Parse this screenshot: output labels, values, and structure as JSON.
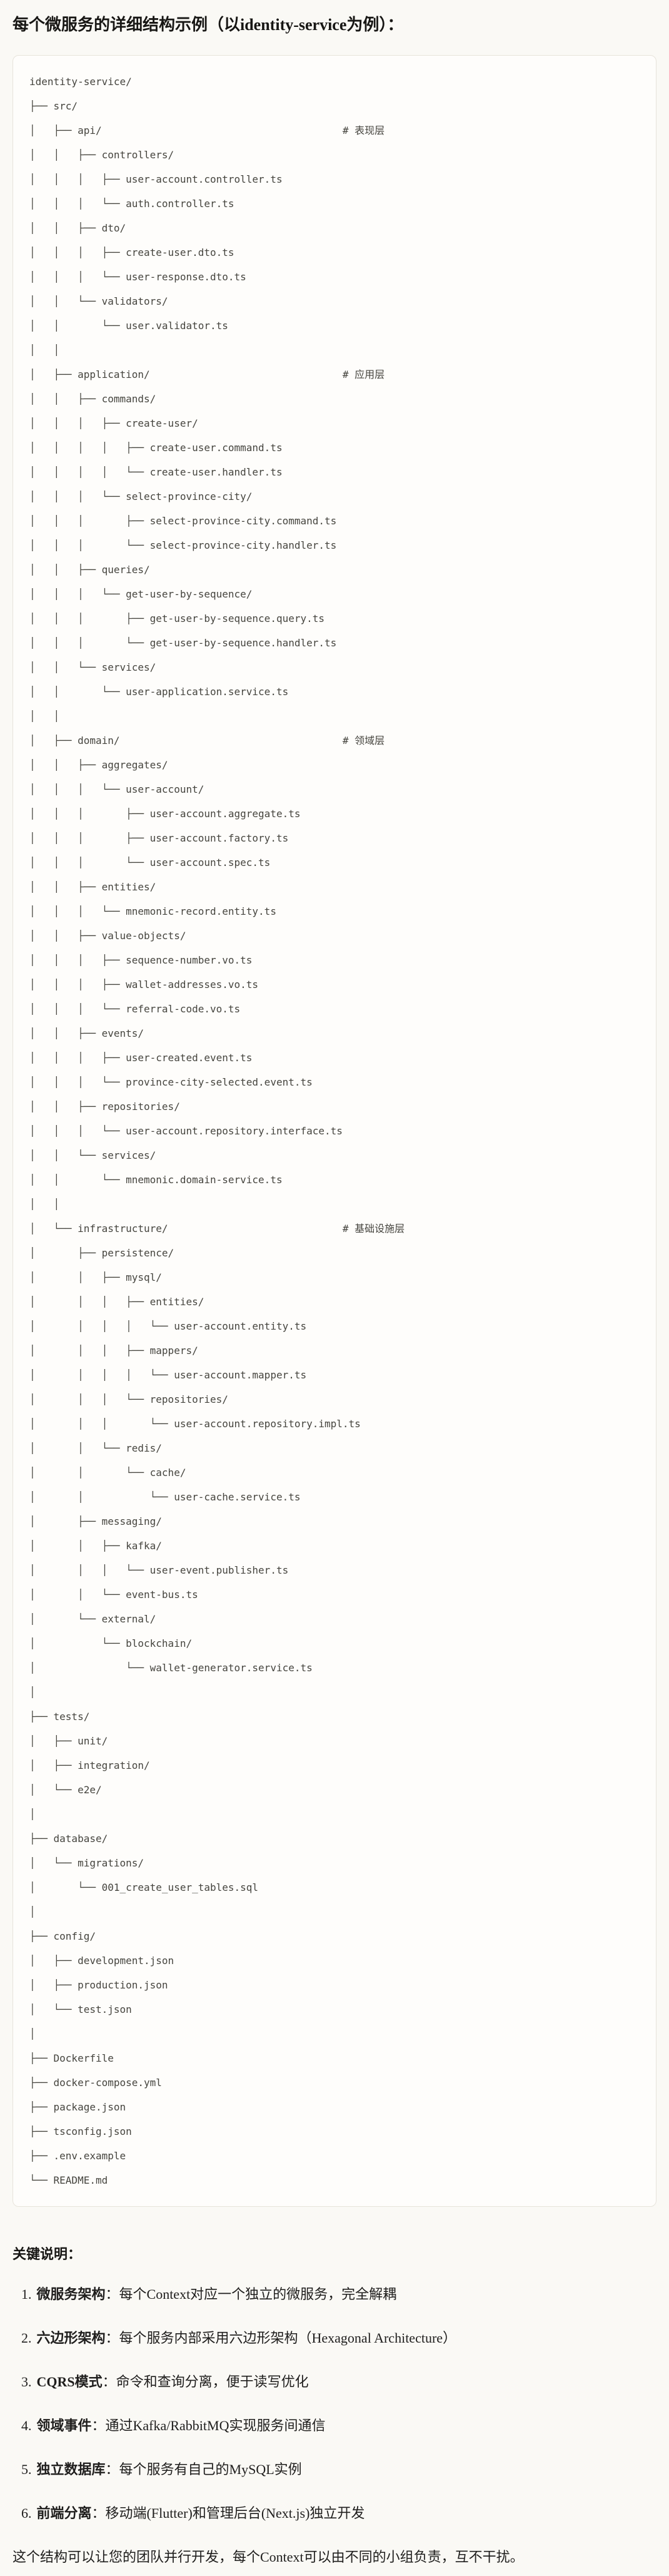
{
  "page": {
    "title": "每个微服务的详细结构示例（以identity-service为例）：",
    "footer": "这个结构可以让您的团队并行开发，每个Context可以由不同的小组负责，互不干扰。"
  },
  "colors": {
    "page_bg": "#FAF9F5",
    "code_bg": "#FEFDFB",
    "code_border": "#E7E4DB",
    "heading_text": "#171614",
    "code_text": "#45443E"
  },
  "code_block": {
    "lines": [
      "identity-service/",
      "├── src/",
      "│   ├── api/                                        # 表现层",
      "│   │   ├── controllers/",
      "│   │   │   ├── user-account.controller.ts",
      "│   │   │   └── auth.controller.ts",
      "│   │   ├── dto/",
      "│   │   │   ├── create-user.dto.ts",
      "│   │   │   └── user-response.dto.ts",
      "│   │   └── validators/",
      "│   │       └── user.validator.ts",
      "│   │",
      "│   ├── application/                                # 应用层",
      "│   │   ├── commands/",
      "│   │   │   ├── create-user/",
      "│   │   │   │   ├── create-user.command.ts",
      "│   │   │   │   └── create-user.handler.ts",
      "│   │   │   └── select-province-city/",
      "│   │   │       ├── select-province-city.command.ts",
      "│   │   │       └── select-province-city.handler.ts",
      "│   │   ├── queries/",
      "│   │   │   └── get-user-by-sequence/",
      "│   │   │       ├── get-user-by-sequence.query.ts",
      "│   │   │       └── get-user-by-sequence.handler.ts",
      "│   │   └── services/",
      "│   │       └── user-application.service.ts",
      "│   │",
      "│   ├── domain/                                     # 领域层",
      "│   │   ├── aggregates/",
      "│   │   │   └── user-account/",
      "│   │   │       ├── user-account.aggregate.ts",
      "│   │   │       ├── user-account.factory.ts",
      "│   │   │       └── user-account.spec.ts",
      "│   │   ├── entities/",
      "│   │   │   └── mnemonic-record.entity.ts",
      "│   │   ├── value-objects/",
      "│   │   │   ├── sequence-number.vo.ts",
      "│   │   │   ├── wallet-addresses.vo.ts",
      "│   │   │   └── referral-code.vo.ts",
      "│   │   ├── events/",
      "│   │   │   ├── user-created.event.ts",
      "│   │   │   └── province-city-selected.event.ts",
      "│   │   ├── repositories/",
      "│   │   │   └── user-account.repository.interface.ts",
      "│   │   └── services/",
      "│   │       └── mnemonic.domain-service.ts",
      "│   │",
      "│   └── infrastructure/                             # 基础设施层",
      "│       ├── persistence/",
      "│       │   ├── mysql/",
      "│       │   │   ├── entities/",
      "│       │   │   │   └── user-account.entity.ts",
      "│       │   │   ├── mappers/",
      "│       │   │   │   └── user-account.mapper.ts",
      "│       │   │   └── repositories/",
      "│       │   │       └── user-account.repository.impl.ts",
      "│       │   └── redis/",
      "│       │       └── cache/",
      "│       │           └── user-cache.service.ts",
      "│       ├── messaging/",
      "│       │   ├── kafka/",
      "│       │   │   └── user-event.publisher.ts",
      "│       │   └── event-bus.ts",
      "│       └── external/",
      "│           └── blockchain/",
      "│               └── wallet-generator.service.ts",
      "│",
      "├── tests/",
      "│   ├── unit/",
      "│   ├── integration/",
      "│   └── e2e/",
      "│",
      "├── database/",
      "│   └── migrations/",
      "│       └── 001_create_user_tables.sql",
      "│",
      "├── config/",
      "│   ├── development.json",
      "│   ├── production.json",
      "│   └── test.json",
      "│",
      "├── Dockerfile",
      "├── docker-compose.yml",
      "├── package.json",
      "├── tsconfig.json",
      "├── .env.example",
      "└── README.md"
    ]
  },
  "notes": {
    "heading": "关键说明：",
    "items": [
      {
        "num": "1.",
        "term": "微服务架构",
        "rest": "：每个Context对应一个独立的微服务，完全解耦"
      },
      {
        "num": "2.",
        "term": "六边形架构",
        "rest": "：每个服务内部采用六边形架构（Hexagonal Architecture）"
      },
      {
        "num": "3.",
        "term": "CQRS模式",
        "rest": "：命令和查询分离，便于读写优化"
      },
      {
        "num": "4.",
        "term": "领域事件",
        "rest": "：通过Kafka/RabbitMQ实现服务间通信"
      },
      {
        "num": "5.",
        "term": "独立数据库",
        "rest": "：每个服务有自己的MySQL实例"
      },
      {
        "num": "6.",
        "term": "前端分离",
        "rest": "：移动端(Flutter)和管理后台(Next.js)独立开发"
      }
    ]
  }
}
